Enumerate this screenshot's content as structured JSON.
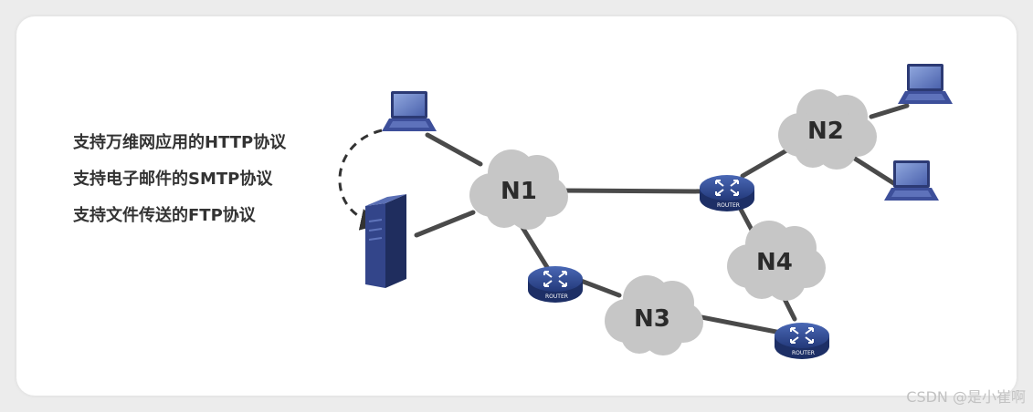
{
  "features": [
    "支持万维网应用的HTTP协议",
    "支持电子邮件的SMTP协议",
    "支持文件传送的FTP协议"
  ],
  "networks": {
    "n1": "N1",
    "n2": "N2",
    "n3": "N3",
    "n4": "N4"
  },
  "router_label": "ROUTER",
  "watermark": "CSDN @是小崔啊",
  "colors": {
    "cloud": "#c6c6c6",
    "link": "#4a4a4a",
    "router": "#2f4b93",
    "laptop": "#3d4f9a",
    "server": "#2f3f7c"
  }
}
